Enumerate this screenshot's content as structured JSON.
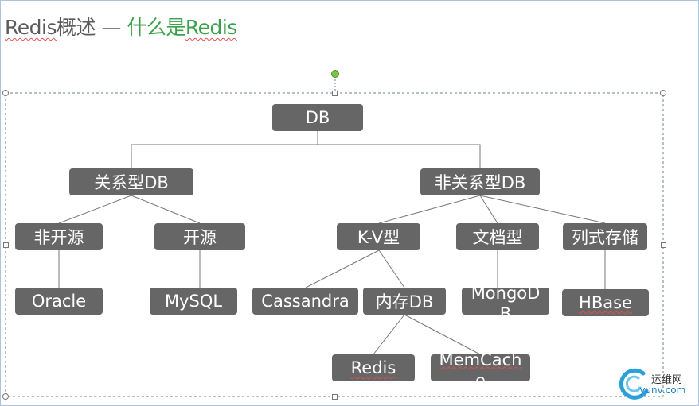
{
  "title": {
    "part1": "Redis",
    "part1b": "概述 — ",
    "part2": "什么是",
    "part2b": "Redis"
  },
  "nodes": {
    "db": "DB",
    "relational": "关系型DB",
    "nonrelational": "非关系型DB",
    "closed_source": "非开源",
    "open_source": "开源",
    "kv": "K-V型",
    "document": "文档型",
    "columnar": "列式存储",
    "oracle": "Oracle",
    "mysql": "MySQL",
    "cassandra": "Cassandra",
    "inmemory": "内存DB",
    "mongodb": "MongoDB",
    "hbase": "HBase",
    "redis": "Redis",
    "memcache": "MemCache"
  },
  "watermark": {
    "top": "运维网",
    "bottom": "iyunv.com"
  },
  "colors": {
    "node_fill": "#666666",
    "node_text": "#ffffff",
    "title_gray": "#5a5a5a",
    "title_green": "#3aa14a",
    "connector": "#777777",
    "selection": "#6d7d8d",
    "rotate_handle": "#7dc442"
  }
}
